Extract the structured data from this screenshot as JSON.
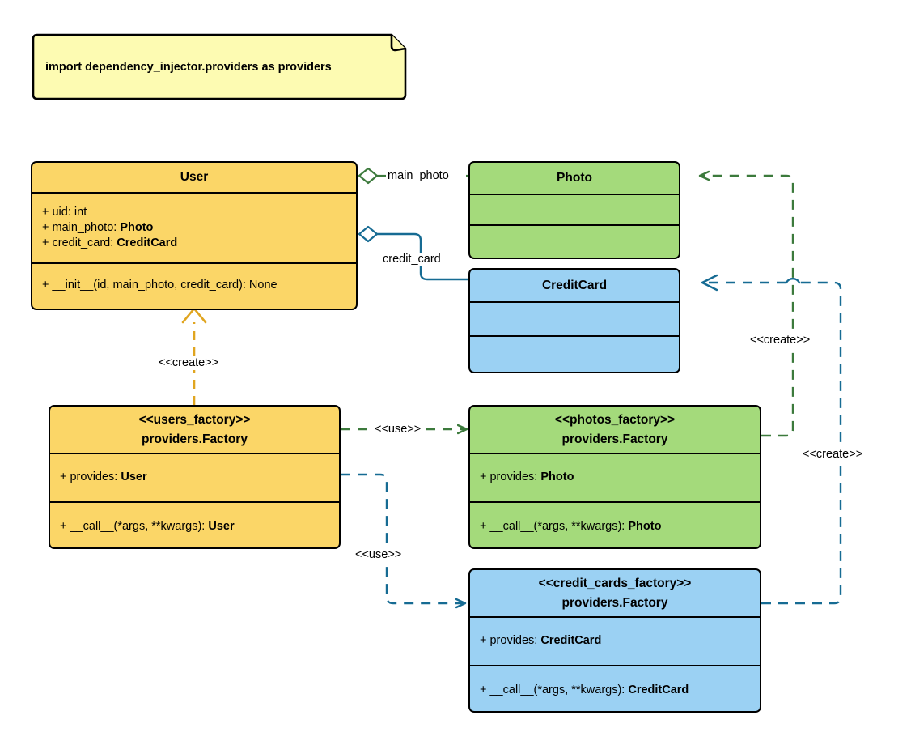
{
  "diagram": {
    "type": "uml-class-diagram",
    "title": "dependency_injector providers Factory class diagram",
    "background": "#ffffff",
    "colors": {
      "yellow_fill": "#FBD667",
      "green_fill": "#A4DA7B",
      "blue_fill": "#9BD1F3",
      "note_fill": "#FDFBB2",
      "border": "#000000",
      "green_edge": "#3C7A3C",
      "blue_edge": "#166B93",
      "orange_edge": "#E0A520"
    }
  },
  "note": {
    "name": "import-note",
    "text": "import dependency_injector.providers as providers",
    "fill": "#FDFBB2"
  },
  "classes": {
    "user": {
      "name": "User",
      "stereotype": "",
      "title": "User",
      "fill": "#FBD667",
      "attributes": [
        {
          "prefix": "+ uid: ",
          "type": "int",
          "type_bold": false
        },
        {
          "prefix": "+ main_photo: ",
          "type": "Photo",
          "type_bold": true
        },
        {
          "prefix": "+ credit_card: ",
          "type": "CreditCard",
          "type_bold": true
        }
      ],
      "methods": [
        {
          "prefix": "+ __init__(id, main_photo, credit_card): ",
          "type": "None",
          "type_bold": false
        }
      ]
    },
    "photo": {
      "name": "Photo",
      "title": "Photo",
      "fill": "#A4DA7B",
      "attributes": [],
      "methods": []
    },
    "credit_card": {
      "name": "CreditCard",
      "title": "CreditCard",
      "fill": "#9BD1F3",
      "attributes": [],
      "methods": []
    },
    "users_factory": {
      "name": "users_factory",
      "stereotype": "<<users_factory>>",
      "title": "providers.Factory",
      "fill": "#FBD667",
      "attributes": [
        {
          "prefix": "+ provides: ",
          "type": "User",
          "type_bold": true
        }
      ],
      "methods": [
        {
          "prefix": "+ __call__(*args, **kwargs): ",
          "type": "User",
          "type_bold": true
        }
      ]
    },
    "photos_factory": {
      "name": "photos_factory",
      "stereotype": "<<photos_factory>>",
      "title": "providers.Factory",
      "fill": "#A4DA7B",
      "attributes": [
        {
          "prefix": "+ provides: ",
          "type": "Photo",
          "type_bold": true
        }
      ],
      "methods": [
        {
          "prefix": "+ __call__(*args, **kwargs): ",
          "type": "Photo",
          "type_bold": true
        }
      ]
    },
    "credit_cards_factory": {
      "name": "credit_cards_factory",
      "stereotype": "<<credit_cards_factory>>",
      "title": "providers.Factory",
      "fill": "#9BD1F3",
      "attributes": [
        {
          "prefix": "+ provides: ",
          "type": "CreditCard",
          "type_bold": true
        }
      ],
      "methods": [
        {
          "prefix": "+ __call__(*args, **kwargs): ",
          "type": "CreditCard",
          "type_bold": true
        }
      ]
    }
  },
  "relations": {
    "user_main_photo": {
      "label": "main_photo",
      "kind": "aggregation",
      "color": "#3C7A3C",
      "from": "User",
      "to": "Photo"
    },
    "user_credit_card": {
      "label": "credit_card",
      "kind": "aggregation",
      "color": "#166B93",
      "from": "User",
      "to": "CreditCard"
    },
    "users_factory_create_user": {
      "label": "<<create>>",
      "kind": "dashed-open-arrow",
      "color": "#E0A520",
      "from": "users_factory",
      "to": "User"
    },
    "users_factory_use_photos_factory": {
      "label": "<<use>>",
      "kind": "dashed-open-arrow",
      "color": "#3C7A3C",
      "from": "users_factory",
      "to": "photos_factory"
    },
    "users_factory_use_credit_cards_factory": {
      "label": "<<use>>",
      "kind": "dashed-open-arrow",
      "color": "#166B93",
      "from": "users_factory",
      "to": "credit_cards_factory"
    },
    "photos_factory_create_photo": {
      "label": "<<create>>",
      "kind": "dashed-open-arrow",
      "color": "#3C7A3C",
      "from": "photos_factory",
      "to": "Photo"
    },
    "credit_cards_factory_create_credit_card": {
      "label": "<<create>>",
      "kind": "dashed-open-arrow",
      "color": "#166B93",
      "from": "credit_cards_factory",
      "to": "CreditCard"
    }
  }
}
